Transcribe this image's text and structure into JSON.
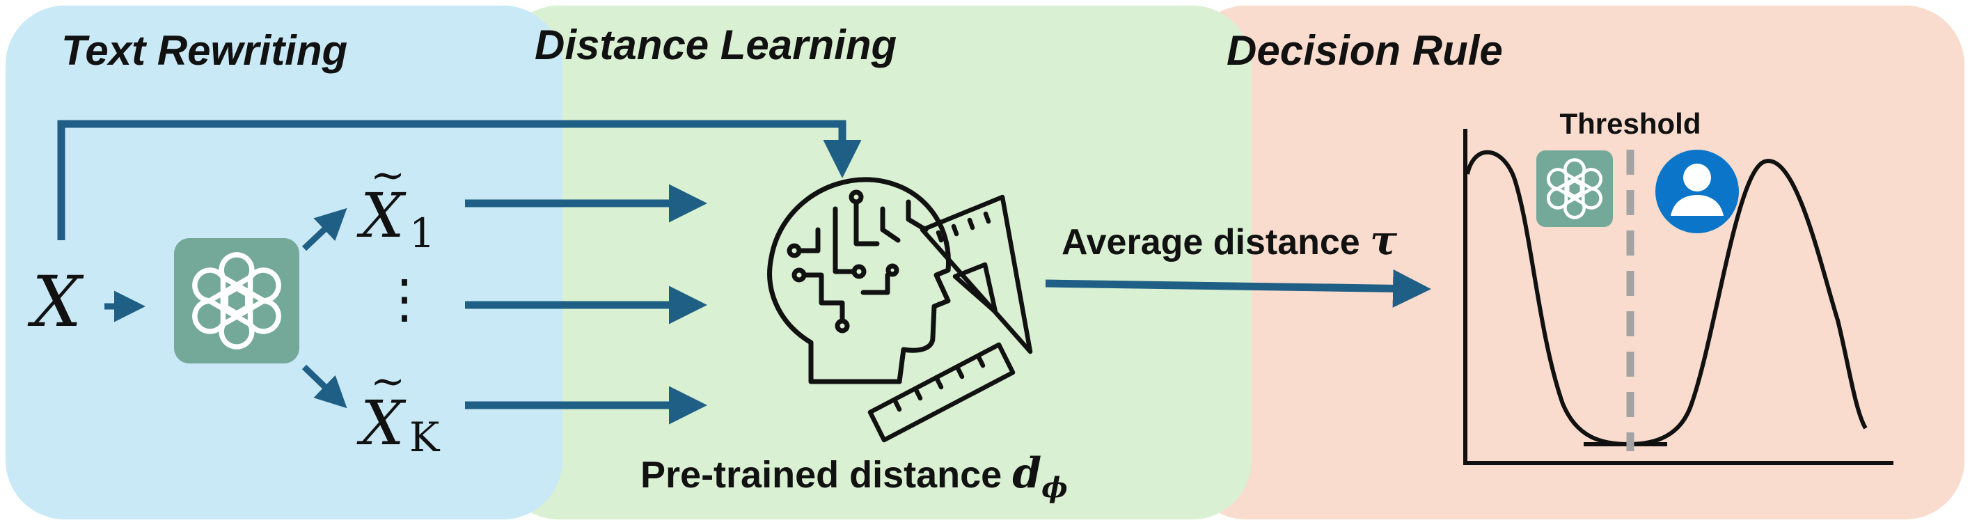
{
  "panels": {
    "rewriting_title": "Text Rewriting",
    "learning_title": "Distance Learning",
    "decision_title": "Decision Rule"
  },
  "rewriting": {
    "input_symbol": "X",
    "tilde": "~",
    "output_first_sub": "1",
    "output_last_sub": "K",
    "ellipsis": "⋮"
  },
  "learning": {
    "label_text": "Pre-trained distance ",
    "label_symbol": "d",
    "label_sub": "ϕ"
  },
  "edge": {
    "label_text": "Average distance ",
    "label_symbol": "τ"
  },
  "decision": {
    "threshold_label": "Threshold"
  },
  "colors": {
    "rewriting_bg": "#c9e9f7",
    "learning_bg": "#d9f0d2",
    "decision_bg": "#f9dccd",
    "arrow": "#1f5f85",
    "gpt_tile": "#74a99a",
    "user_badge": "#0b76c9"
  },
  "icons": {
    "gpt": "chatgpt-logo-icon",
    "brain": "brain-circuit-icon",
    "tools": "ruler-triangle-icon",
    "user": "user-avatar-icon"
  }
}
